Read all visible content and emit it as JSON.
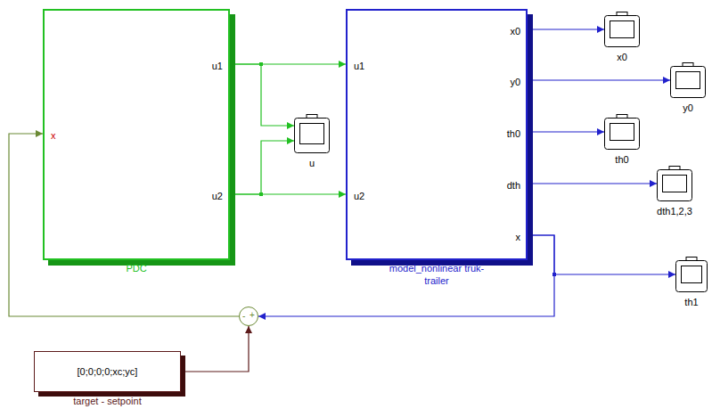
{
  "diagram": {
    "nodes": [
      {
        "text": [
          "x",
          "u1",
          "u2",
          "PDC"
        ]
      },
      {
        "text": [
          "u"
        ]
      },
      {
        "text": [
          "u1",
          "u2",
          "x0",
          "y0",
          "th0",
          "dth",
          "x",
          "model_nonlinear truk-trailer"
        ]
      },
      {
        "text": [
          "x0"
        ]
      },
      {
        "text": [
          "y0"
        ]
      },
      {
        "text": [
          "th0"
        ]
      },
      {
        "text": [
          "dth1,2,3"
        ]
      },
      {
        "text": [
          "th1"
        ]
      },
      {
        "text": [
          "-",
          "+"
        ]
      },
      {
        "text": [
          "[0;0;0;0;xc;yc]",
          "target - setpoint"
        ]
      }
    ],
    "edges": [
      {
        "from": 0,
        "to": 2,
        "arrow": "to"
      },
      {
        "from": 0,
        "to": 1,
        "arrow": "to"
      },
      {
        "from": 0,
        "to": 2,
        "arrow": "to"
      },
      {
        "from": 0,
        "to": 1,
        "arrow": "to"
      },
      {
        "from": 2,
        "to": 3,
        "arrow": "to"
      },
      {
        "from": 2,
        "to": 4,
        "arrow": "to"
      },
      {
        "from": 2,
        "to": 5,
        "arrow": "to"
      },
      {
        "from": 2,
        "to": 6,
        "arrow": "to"
      },
      {
        "from": 2,
        "to": 7,
        "arrow": "to"
      },
      {
        "from": 2,
        "to": 8,
        "arrow": "to"
      },
      {
        "from": 9,
        "to": 8,
        "arrow": "to"
      },
      {
        "from": 8,
        "to": 0,
        "arrow": "to"
      }
    ]
  }
}
